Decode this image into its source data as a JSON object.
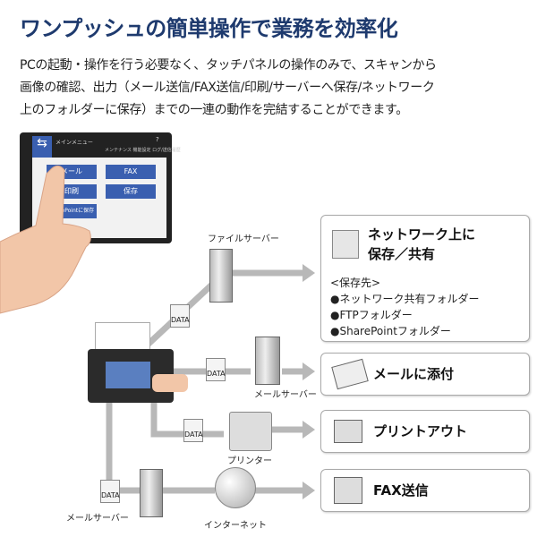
{
  "title": "ワンプッシュの簡単操作で業務を効率化",
  "description": [
    "PCの起動・操作を行う必要なく、タッチパネルの操作のみで、スキャンから",
    "画像の確認、出力（メール送信/FAX送信/印刷/サーバーへ保存/ネットワーク",
    "上のフォルダーに保存）までの一連の動作を完結することができます。"
  ],
  "screen": {
    "header": "メインメニュー",
    "help": "?",
    "buttons": [
      "メール",
      "FAX",
      "印刷",
      "保存",
      "SharePointに保存"
    ],
    "status": [
      "メンテナンス",
      "機能設定",
      "ログ/送信履歴"
    ]
  },
  "nodes": {
    "file_server": "ファイルサーバー",
    "mail_server_1": "メールサーバー",
    "printer": "プリンター",
    "mail_server_2": "メールサーバー",
    "internet": "インターネット",
    "data": "DATA"
  },
  "outputs": [
    {
      "title_lines": [
        "ネットワーク上に",
        "保存／共有"
      ],
      "subtitle": "<保存先>",
      "items": [
        "●ネットワーク共有フォルダー",
        "●FTPフォルダー",
        "●SharePointフォルダー"
      ]
    },
    {
      "title": "メールに添付"
    },
    {
      "title": "プリントアウト"
    },
    {
      "title": "FAX送信"
    }
  ]
}
